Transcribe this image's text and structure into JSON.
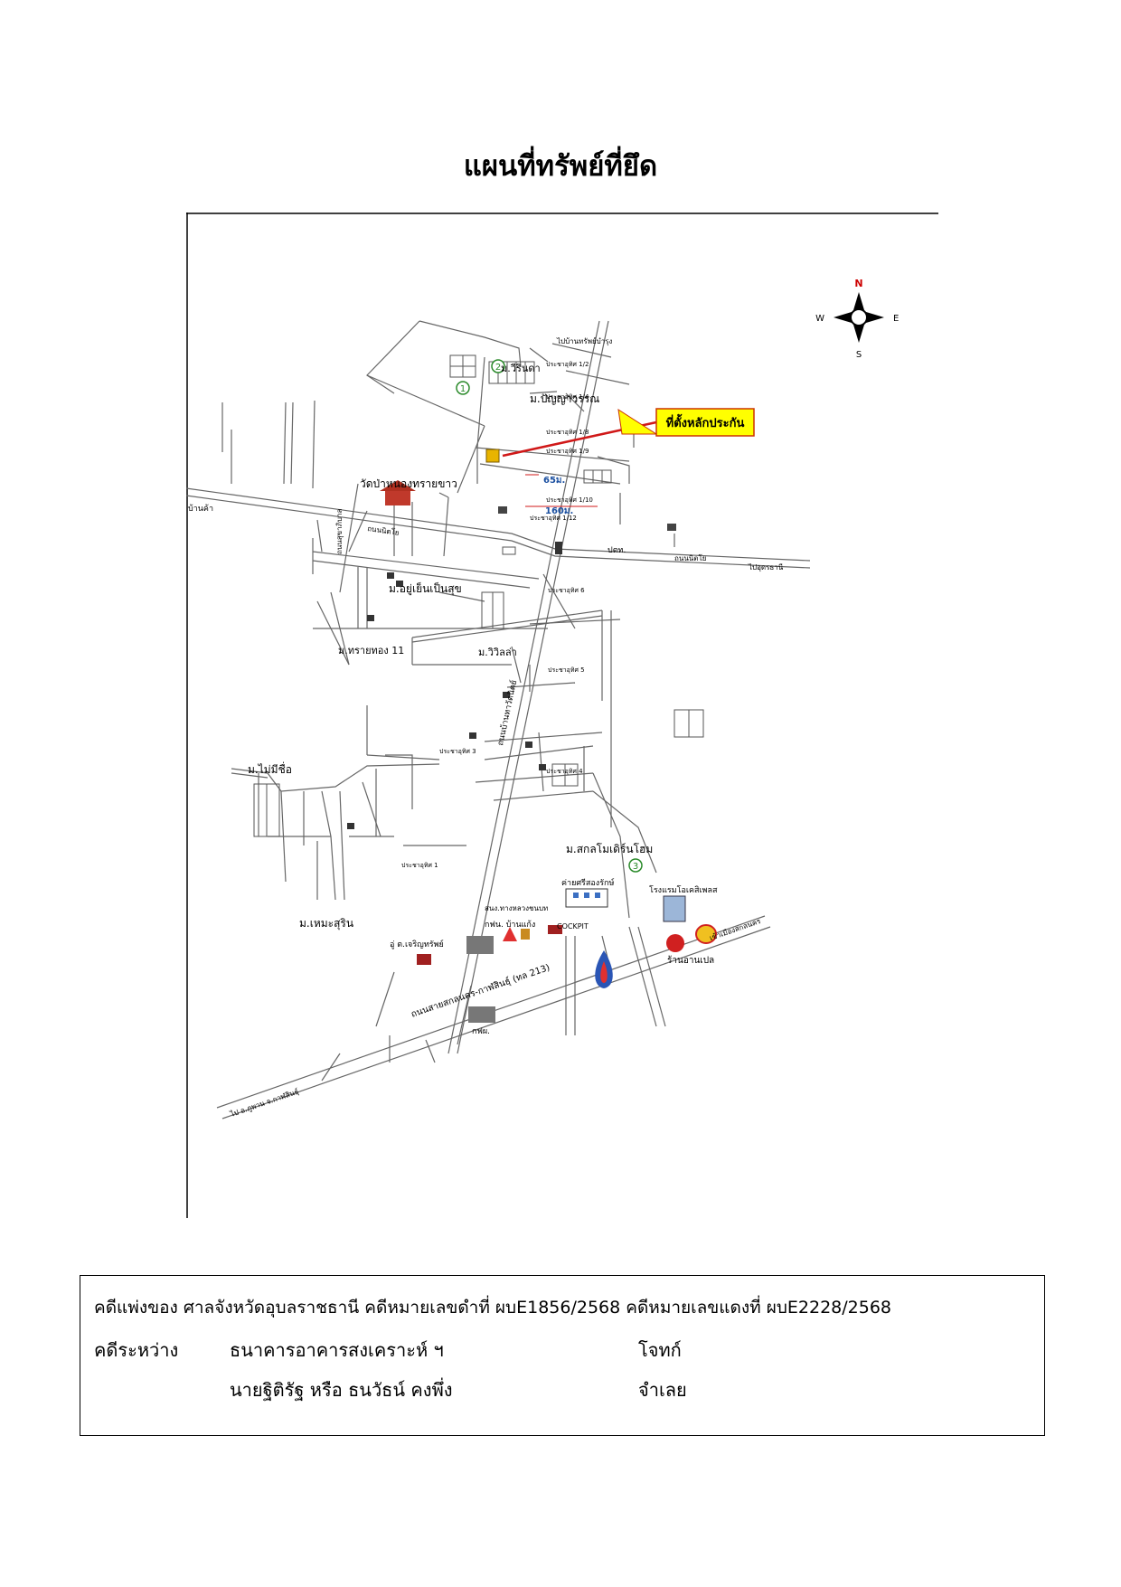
{
  "title": "แผนที่ทรัพย์ที่ยึด",
  "map": {
    "compass": {
      "n": "N",
      "s": "S",
      "e": "E",
      "w": "W"
    },
    "callout": "ที่ตั้งหลักประกัน",
    "distances": [
      "65ม.",
      "160ม."
    ],
    "villages": {
      "wirinda": "ม.วีรินดา",
      "panyawan": "ม.ปัญญาวรรณ",
      "yuyen": "ม.อยู่เย็นเป็นสุข",
      "saithong": "ม.ทรายทอง 11",
      "willa": "ม.วิวิลล่า",
      "maimichue": "ม.ไม่มีชื่อ",
      "sakon_modern": "ม.สกลโมเดิร์นโฮม",
      "hemsurin": "ม.เหมะสุริน"
    },
    "places": {
      "temple": "วัดป่าหนองทรายขาว",
      "road_left": "บ้านค้า",
      "pumphouse_left": "กฟน. บ้านแก้ง",
      "cockpit": "COCKPIT",
      "army_camp": "ค่ายศรีสองรักษ์",
      "hotel": "โรงแรมโอเคสิเพลส",
      "shop": "ร้านอานเปล",
      "egat": "กฟผ.",
      "shop_left": "อู่ ต.เจริญทรัพย์",
      "school": "สนง.ทางหลวงชนบท",
      "ptt_small": "ปตท."
    },
    "roads": {
      "main_highway": "ถนนสายสกลนคร-กาฬสินธุ์ (ทล 213)",
      "to_sakon": "เข้าเมืองสกลนคร",
      "to_kalasin": "ไป อ.ภูพาน จ.กาฬสินธุ์",
      "road_east": "ไปอุดรธานี",
      "road_top": "ไปบ้านทรัพย์บำรุง",
      "road_name_left": "ถนนสุขาภิบาล",
      "road_name_mid": "ถนนนิตโย",
      "road_name_right": "ถนนนิตโย",
      "road_vertical": "ถนนบ้านทาวัดนิตย์",
      "soi_labels": [
        "ประชาอุทิศ 1/2",
        "ประชาอุทิศ 1/4",
        "ประชาอุทิศ 1/8",
        "ประชาอุทิศ 1/9",
        "ประชาอุทิศ 1/10",
        "ประชาอุทิศ 1/12",
        "ประชาอุทิศ 1",
        "ประชาอุทิศ 3",
        "ประชาอุทิศ 4",
        "ประชาอุทิศ 5",
        "ประชาอุทิศ 6"
      ]
    },
    "markers": [
      "1",
      "2",
      "3"
    ]
  },
  "case": {
    "line1": "คดีแพ่งของ ศาลจังหวัดอุบลราชธานี คดีหมายเลขดำที่ ผบE1856/2568 คดีหมายเลขแดงที่ ผบE2228/2568",
    "between_label": "คดีระหว่าง",
    "party1": "ธนาคารอาคารสงเคราะห์ ฯ",
    "role1": "โจทก์",
    "party2": "นายฐิติรัฐ หรือ ธนวัธน์  คงพึ่ง",
    "role2": "จำเลย"
  },
  "colors": {
    "callout_bg": "#ffff00",
    "callout_border": "#cc3300",
    "arrow": "#d01818",
    "compass_n": "#cc0000",
    "marker_green": "#2a8a2a",
    "subject_plot": "#e8b400",
    "distance_text": "#1a4fa0"
  }
}
